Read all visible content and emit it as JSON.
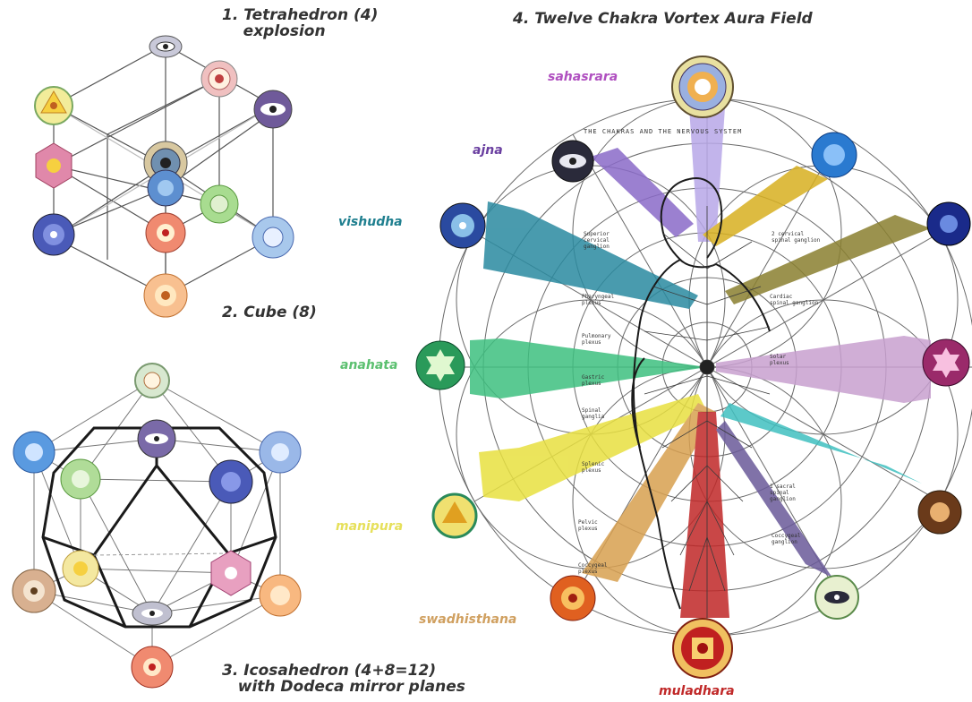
{
  "captions": {
    "tetra": "1. Tetrahedron (4)\n    explosion",
    "cube": "2. Cube (8)",
    "icosa": "3. Icosahedron (4+8=12)\n   with Dodeca mirror planes",
    "aura": "4. Twelve Chakra Vortex Aura Field"
  },
  "chakra_labels": {
    "sahasrara": "sahasrara",
    "ajna": "ajna",
    "vishudha": "vishudha",
    "anahata": "anahata",
    "manipura": "manipura",
    "swadhisthana": "swadhisthana",
    "muladhara": "muladhara"
  },
  "diagram_title": "THE CHAKRAS AND THE NERVOUS SYSTEM",
  "nerve_notes": {
    "a": "Superior\ncervical\nganglion",
    "b": "2 cervical\nspinal ganglion",
    "c": "Pharyngeal\nplexus",
    "d": "Cardiac\nspinal ganglion",
    "e": "Pulmonary\nplexus",
    "f": "Solar\nplexus",
    "g": "Gastric\nplexus",
    "h": "Spinal\nganglia",
    "i": "Splenic\nplexus",
    "j": "1 sacral\nspinal\nganglion",
    "k": "Pelvic\nplexus",
    "l": "Coccygeal\nplexus",
    "m": "Coccygeal\nganglion"
  },
  "colors": {
    "sahasrara": "#b050c0",
    "ajna": "#6a3fa0",
    "vishudha": "#1f7f8f",
    "anahata": "#5cc070",
    "manipura": "#e6e05a",
    "swadhisthana": "#d0a060",
    "muladhara": "#c02828"
  }
}
